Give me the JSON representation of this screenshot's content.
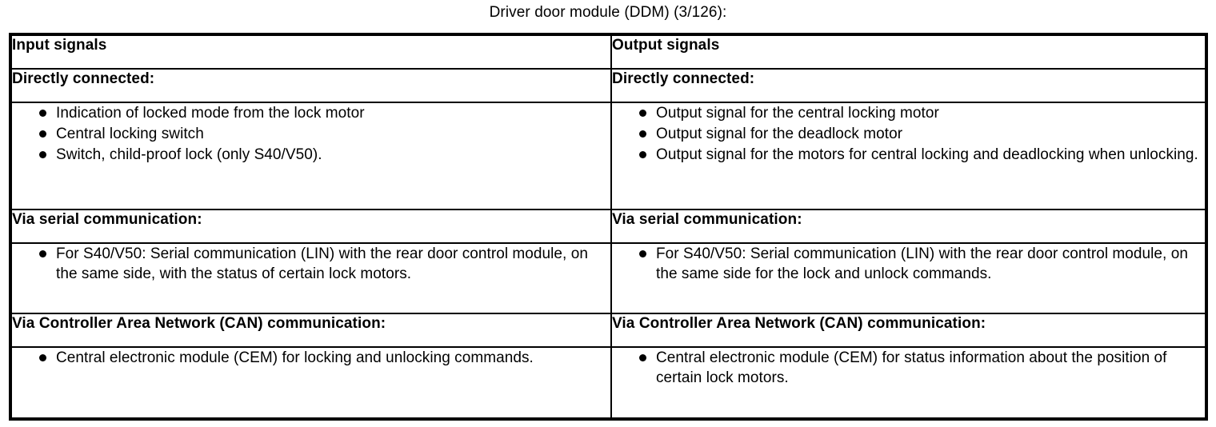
{
  "document": {
    "title": "Driver door module (DDM) (3/126):"
  },
  "table": {
    "columns": [
      {
        "header": "Input signals"
      },
      {
        "header": "Output signals"
      }
    ],
    "sections": [
      {
        "subheader_left": "Directly connected:",
        "subheader_right": "Directly connected:",
        "items_left": [
          "Indication of locked mode from the lock motor",
          "Central locking switch",
          "Switch, child-proof lock (only S40/V50)."
        ],
        "items_right": [
          "Output signal for the central locking motor",
          "Output signal for the deadlock motor",
          "Output signal for the motors for central locking and deadlocking when unlocking."
        ]
      },
      {
        "subheader_left": "Via serial communication:",
        "subheader_right": "Via serial communication:",
        "items_left": [
          "For S40/V50: Serial communication (LIN) with the rear door control module, on the same side, with the status of certain lock motors."
        ],
        "items_right": [
          "For S40/V50: Serial communication (LIN) with the rear door control module, on the same side for the lock and unlock commands."
        ]
      },
      {
        "subheader_left": "Via Controller Area Network (CAN) communication:",
        "subheader_right": "Via Controller Area Network (CAN) communication:",
        "items_left": [
          "Central electronic module (CEM) for locking and unlocking commands."
        ],
        "items_right": [
          "Central electronic module (CEM) for status information about the position of certain lock motors."
        ]
      }
    ]
  },
  "colors": {
    "text": "#000000",
    "background": "#ffffff",
    "border": "#000000"
  }
}
